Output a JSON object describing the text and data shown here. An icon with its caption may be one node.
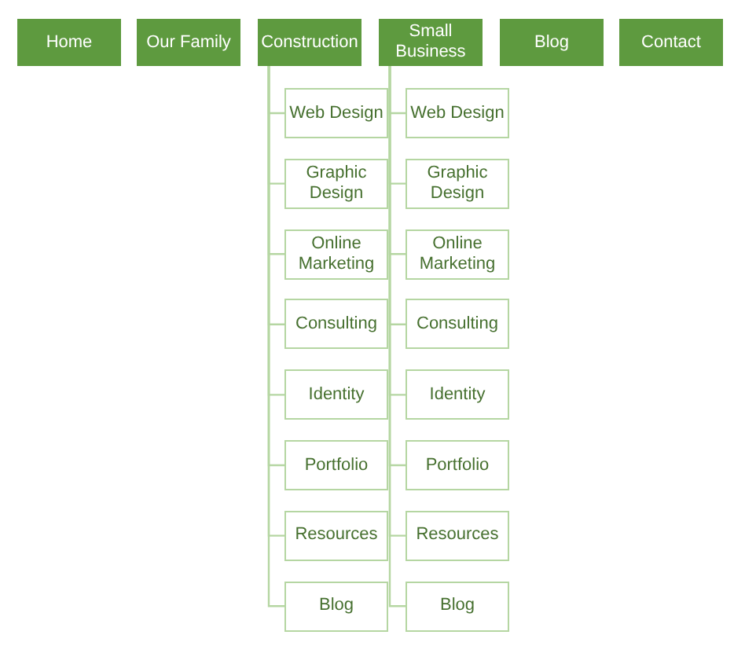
{
  "diagram": {
    "nodes": [
      {
        "text": [
          "Home"
        ]
      },
      {
        "text": [
          "Our Family"
        ]
      },
      {
        "text": [
          "Construction"
        ]
      },
      {
        "text": [
          "Small Business"
        ]
      },
      {
        "text": [
          "Blog"
        ]
      },
      {
        "text": [
          "Contact"
        ]
      },
      {
        "text": [
          "Web Design"
        ]
      },
      {
        "text": [
          "Graphic Design"
        ]
      },
      {
        "text": [
          "Online Marketing"
        ]
      },
      {
        "text": [
          "Consulting"
        ]
      },
      {
        "text": [
          "Identity"
        ]
      },
      {
        "text": [
          "Portfolio"
        ]
      },
      {
        "text": [
          "Resources"
        ]
      },
      {
        "text": [
          "Blog"
        ]
      },
      {
        "text": [
          "Web Design"
        ]
      },
      {
        "text": [
          "Graphic Design"
        ]
      },
      {
        "text": [
          "Online Marketing"
        ]
      },
      {
        "text": [
          "Consulting"
        ]
      },
      {
        "text": [
          "Identity"
        ]
      },
      {
        "text": [
          "Portfolio"
        ]
      },
      {
        "text": [
          "Resources"
        ]
      },
      {
        "text": [
          "Blog"
        ]
      }
    ],
    "edges": [
      {
        "from": 2,
        "to": 6,
        "arrow": "none"
      },
      {
        "from": 2,
        "to": 7,
        "arrow": "none"
      },
      {
        "from": 2,
        "to": 8,
        "arrow": "none"
      },
      {
        "from": 2,
        "to": 9,
        "arrow": "none"
      },
      {
        "from": 2,
        "to": 10,
        "arrow": "none"
      },
      {
        "from": 2,
        "to": 11,
        "arrow": "none"
      },
      {
        "from": 2,
        "to": 12,
        "arrow": "none"
      },
      {
        "from": 2,
        "to": 13,
        "arrow": "none"
      },
      {
        "from": 3,
        "to": 14,
        "arrow": "none"
      },
      {
        "from": 3,
        "to": 15,
        "arrow": "none"
      },
      {
        "from": 3,
        "to": 16,
        "arrow": "none"
      },
      {
        "from": 3,
        "to": 17,
        "arrow": "none"
      },
      {
        "from": 3,
        "to": 18,
        "arrow": "none"
      },
      {
        "from": 3,
        "to": 19,
        "arrow": "none"
      },
      {
        "from": 3,
        "to": 20,
        "arrow": "none"
      },
      {
        "from": 3,
        "to": 21,
        "arrow": "none"
      }
    ]
  }
}
